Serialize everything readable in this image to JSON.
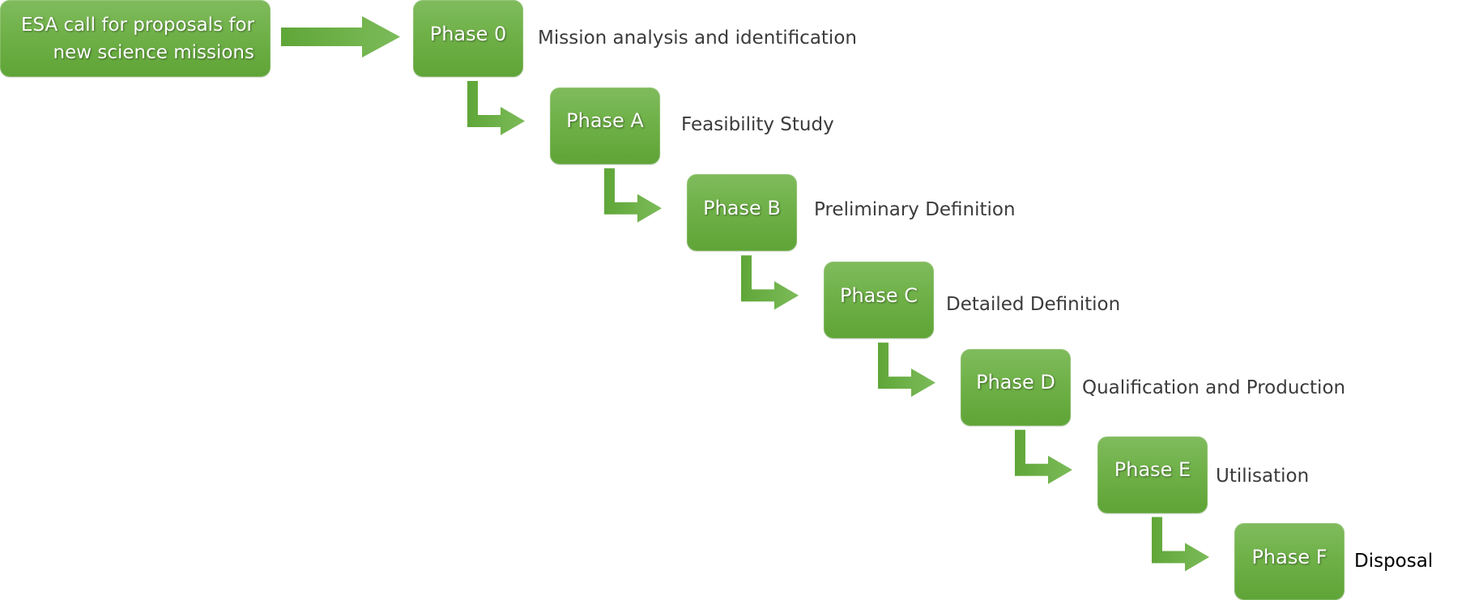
{
  "diagram": {
    "start": {
      "lines": [
        "ESA call for proposals for",
        "new science missions"
      ]
    },
    "phases": [
      {
        "name": "Phase 0",
        "description": "Mission analysis and identification"
      },
      {
        "name": "Phase A",
        "description": "Feasibility Study"
      },
      {
        "name": "Phase B",
        "description": "Preliminary Definition"
      },
      {
        "name": "Phase C",
        "description": "Detailed Definition"
      },
      {
        "name": "Phase D",
        "description": "Qualification and Production"
      },
      {
        "name": "Phase E",
        "description": "Utilisation"
      },
      {
        "name": "Phase F",
        "description": "Disposal"
      }
    ],
    "colors": {
      "box_top": "#80bb5d",
      "box_bottom": "#5fa437",
      "arrow": "#62ab3c",
      "label_text": "#3b3b3b",
      "last_label_text": "#000000"
    }
  }
}
